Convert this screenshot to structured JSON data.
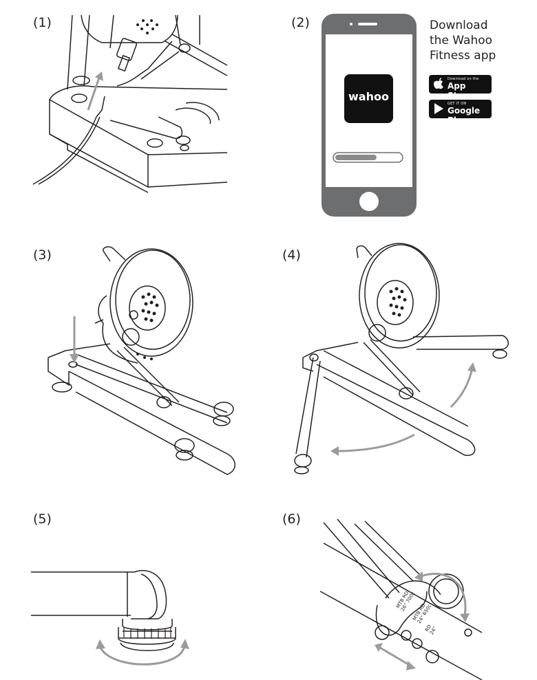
{
  "steps": [
    {
      "label": "(1)"
    },
    {
      "label": "(2)"
    },
    {
      "label": "(3)"
    },
    {
      "label": "(4)"
    },
    {
      "label": "(5)"
    },
    {
      "label": "(6)"
    }
  ],
  "app": {
    "logo_text": "wahoo",
    "download_line1": "Download",
    "download_line2": "the Wahoo",
    "download_line3": "Fitness app",
    "progress": 0.63
  },
  "badges": {
    "appstore_small": "Download on the",
    "appstore_big": "App Store",
    "google_small": "GET IT ON",
    "google_big": "Google Play"
  },
  "axle_labels": {
    "col1_top": "MTB",
    "col1_bottom": "26\"",
    "col2_top": "RD",
    "col2_bottom": "700c",
    "col3_top": "MTB",
    "col3_bottom": "24\"",
    "col4_top": "RD",
    "col4_bottom": "650c",
    "col5_top": "RD",
    "col5_bottom": "24\""
  },
  "colors": {
    "line": "#231f20",
    "arrow": "#9b9b9b",
    "phone": "#6d6e70"
  }
}
